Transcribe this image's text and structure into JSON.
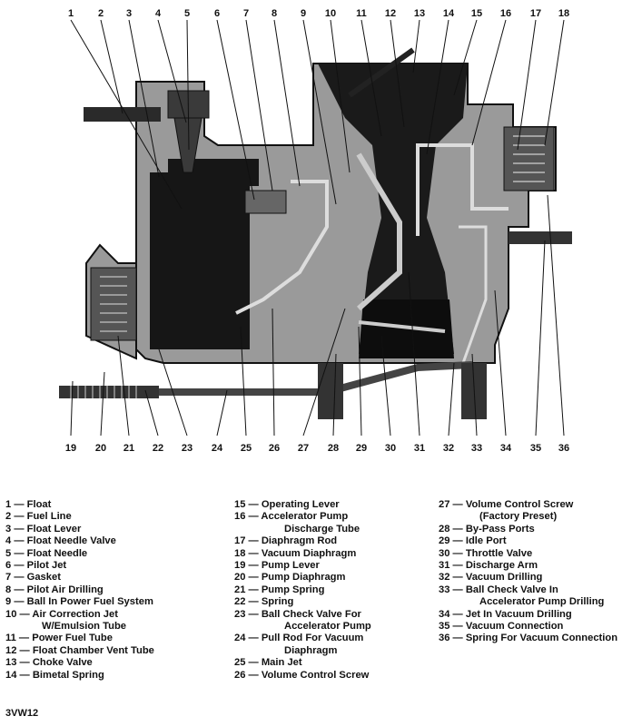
{
  "figure_code": "3VW12",
  "callouts_top": [
    "1",
    "2",
    "3",
    "4",
    "5",
    "6",
    "7",
    "8",
    "9",
    "10",
    "11",
    "12",
    "13",
    "14",
    "15",
    "16",
    "17",
    "18"
  ],
  "callouts_bottom": [
    "19",
    "20",
    "21",
    "22",
    "23",
    "24",
    "25",
    "26",
    "27",
    "28",
    "29",
    "30",
    "31",
    "32",
    "33",
    "34",
    "35",
    "36"
  ],
  "legend": [
    {
      "num": "1",
      "text": "Float"
    },
    {
      "num": "2",
      "text": "Fuel Line"
    },
    {
      "num": "3",
      "text": "Float Lever"
    },
    {
      "num": "4",
      "text": "Float Needle Valve"
    },
    {
      "num": "5",
      "text": "Float Needle"
    },
    {
      "num": "6",
      "text": "Pilot Jet"
    },
    {
      "num": "7",
      "text": "Gasket"
    },
    {
      "num": "8",
      "text": "Pilot Air Drilling"
    },
    {
      "num": "9",
      "text": "Ball In Power Fuel System"
    },
    {
      "num": "10",
      "text": "Air Correction Jet",
      "cont": "W/Emulsion Tube"
    },
    {
      "num": "11",
      "text": "Power Fuel Tube"
    },
    {
      "num": "12",
      "text": "Float Chamber Vent Tube"
    },
    {
      "num": "13",
      "text": "Choke Valve"
    },
    {
      "num": "14",
      "text": "Bimetal Spring"
    },
    {
      "num": "15",
      "text": "Operating Lever"
    },
    {
      "num": "16",
      "text": "Accelerator Pump",
      "cont": "Discharge Tube"
    },
    {
      "num": "17",
      "text": "Diaphragm Rod"
    },
    {
      "num": "18",
      "text": "Vacuum Diaphragm"
    },
    {
      "num": "19",
      "text": "Pump Lever"
    },
    {
      "num": "20",
      "text": "Pump Diaphragm"
    },
    {
      "num": "21",
      "text": "Pump Spring"
    },
    {
      "num": "22",
      "text": "Spring"
    },
    {
      "num": "23",
      "text": "Ball Check Valve For",
      "cont": "Accelerator Pump"
    },
    {
      "num": "24",
      "text": "Pull Rod For Vacuum",
      "cont": "Diaphragm"
    },
    {
      "num": "25",
      "text": "Main Jet"
    },
    {
      "num": "26",
      "text": "Volume Control Screw"
    },
    {
      "num": "27",
      "text": "Volume Control Screw",
      "cont": "(Factory Preset)"
    },
    {
      "num": "28",
      "text": "By-Pass Ports"
    },
    {
      "num": "29",
      "text": "Idle Port"
    },
    {
      "num": "30",
      "text": "Throttle Valve"
    },
    {
      "num": "31",
      "text": "Discharge Arm"
    },
    {
      "num": "32",
      "text": "Vacuum Drilling"
    },
    {
      "num": "33",
      "text": "Ball Check Valve In",
      "cont": "Accelerator Pump Drilling"
    },
    {
      "num": "34",
      "text": "Jet In Vacuum Drilling"
    },
    {
      "num": "35",
      "text": "Vacuum Connection"
    },
    {
      "num": "36",
      "text": "Spring For Vacuum Connection"
    }
  ]
}
